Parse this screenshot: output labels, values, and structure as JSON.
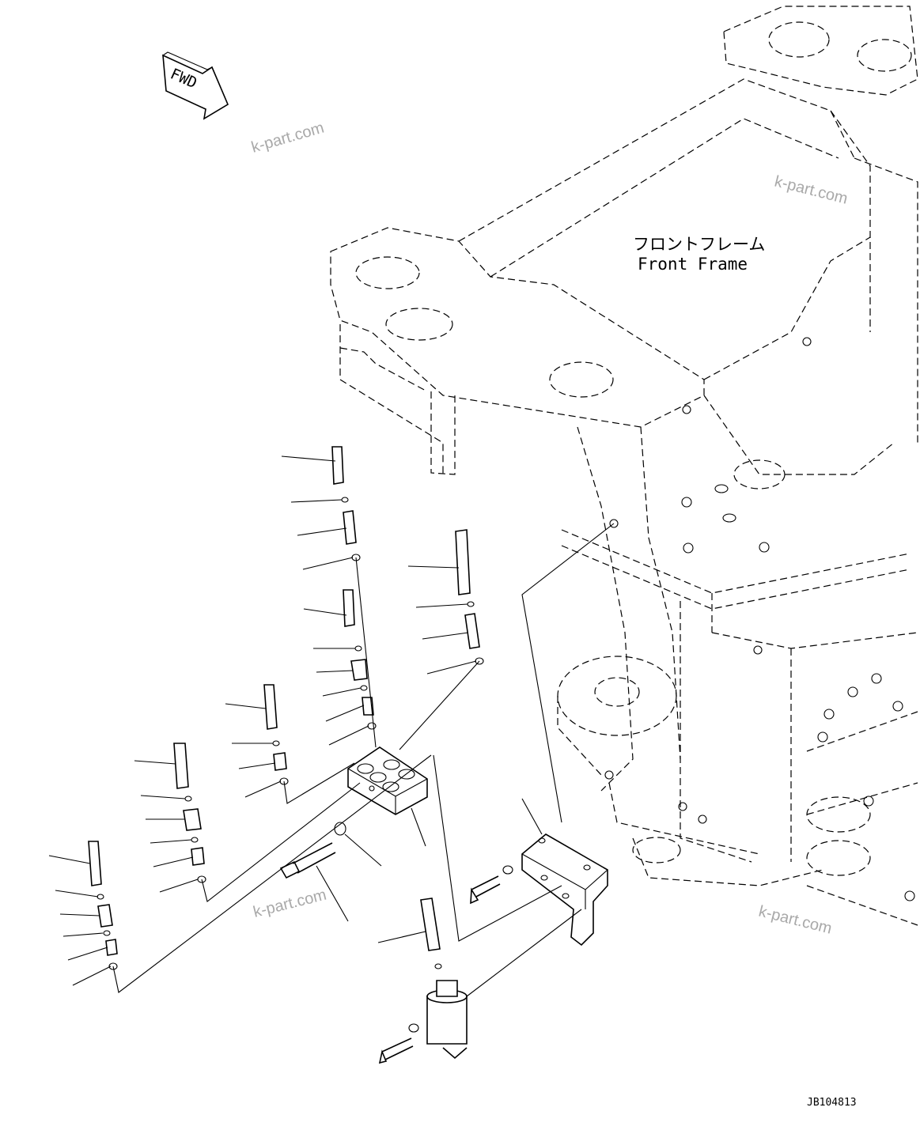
{
  "direction_marker": {
    "text": "FWD"
  },
  "frame_label": {
    "japanese": "フロントフレーム",
    "english": "Front Frame"
  },
  "watermarks": [
    "k-part.com",
    "k-part.com",
    "k-part.com",
    "k-part.com"
  ],
  "drawing_code": "JB104813",
  "colors": {
    "line": "#000000",
    "watermark": "#a9a9a9",
    "background": "#ffffff"
  }
}
